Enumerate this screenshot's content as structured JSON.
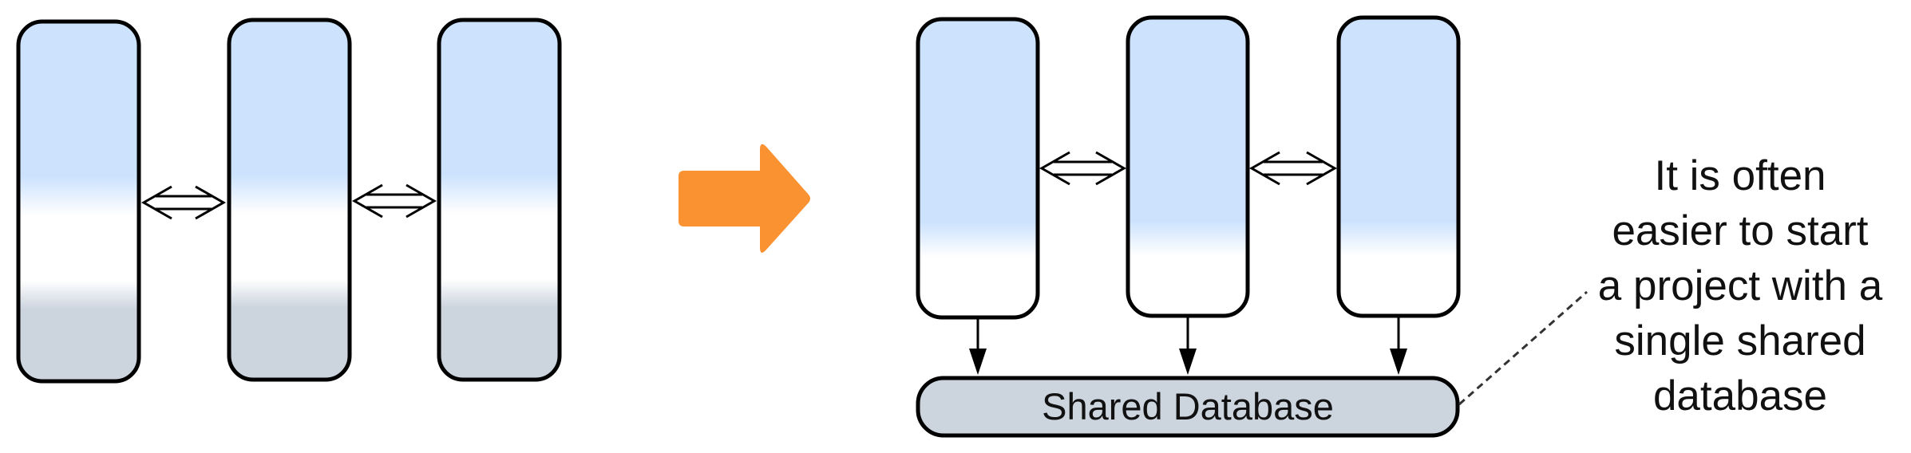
{
  "diagram": {
    "shared_database_label": "Shared Database",
    "note": {
      "lines": [
        "It is often",
        "easier to start",
        "a project with a",
        "single shared",
        "database"
      ]
    },
    "colors": {
      "service_top": "#cce2fd",
      "service_mid": "#ffffff",
      "service_bottom": "#ccd4de",
      "database_fill": "#ccd4de",
      "transition_arrow": "#fa9231",
      "stroke": "#000000"
    }
  }
}
